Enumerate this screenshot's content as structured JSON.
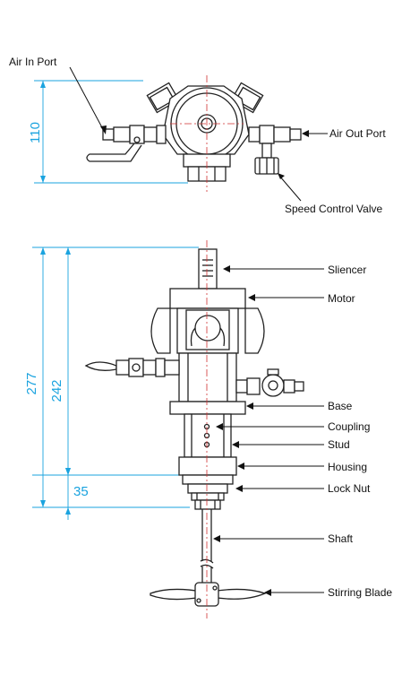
{
  "labels": {
    "air_in_port": "Air In Port",
    "air_out_port": "Air Out Port",
    "speed_control_valve": "Speed Control Valve",
    "silencer": "Sliencer",
    "motor": "Motor",
    "base": "Base",
    "coupling": "Coupling",
    "stud": "Stud",
    "housing": "Housing",
    "lock_nut": "Lock Nut",
    "shaft": "Shaft",
    "stirring_blade": "Stirring Blade"
  },
  "dimensions": {
    "top_height": "110",
    "overall_height": "277",
    "body_height": "242",
    "base_offset": "35"
  },
  "colors": {
    "line": "#222222",
    "dimension": "#1aa3df",
    "centerline": "#d03030"
  }
}
